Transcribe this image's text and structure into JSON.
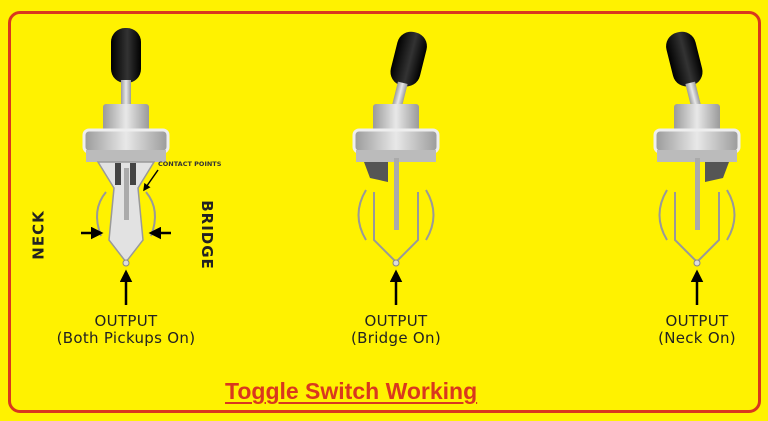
{
  "title": "Toggle Switch Working",
  "colors": {
    "background": "#fff200",
    "frame": "#d9381e",
    "title": "#d9381e",
    "text": "#222222",
    "knob": "#111111",
    "metal": "#c8c8c8"
  },
  "switches": [
    {
      "id": "both",
      "lever_position": "center",
      "output_label": "OUTPUT",
      "output_state": "(Both Pickups On)",
      "left_label": "NECK",
      "right_label": "BRIDGE",
      "annotation": "CONTACT POINTS"
    },
    {
      "id": "bridge",
      "lever_position": "right",
      "output_label": "OUTPUT",
      "output_state": "(Bridge On)"
    },
    {
      "id": "neck",
      "lever_position": "right",
      "output_label": "OUTPUT",
      "output_state": "(Neck On)"
    }
  ]
}
